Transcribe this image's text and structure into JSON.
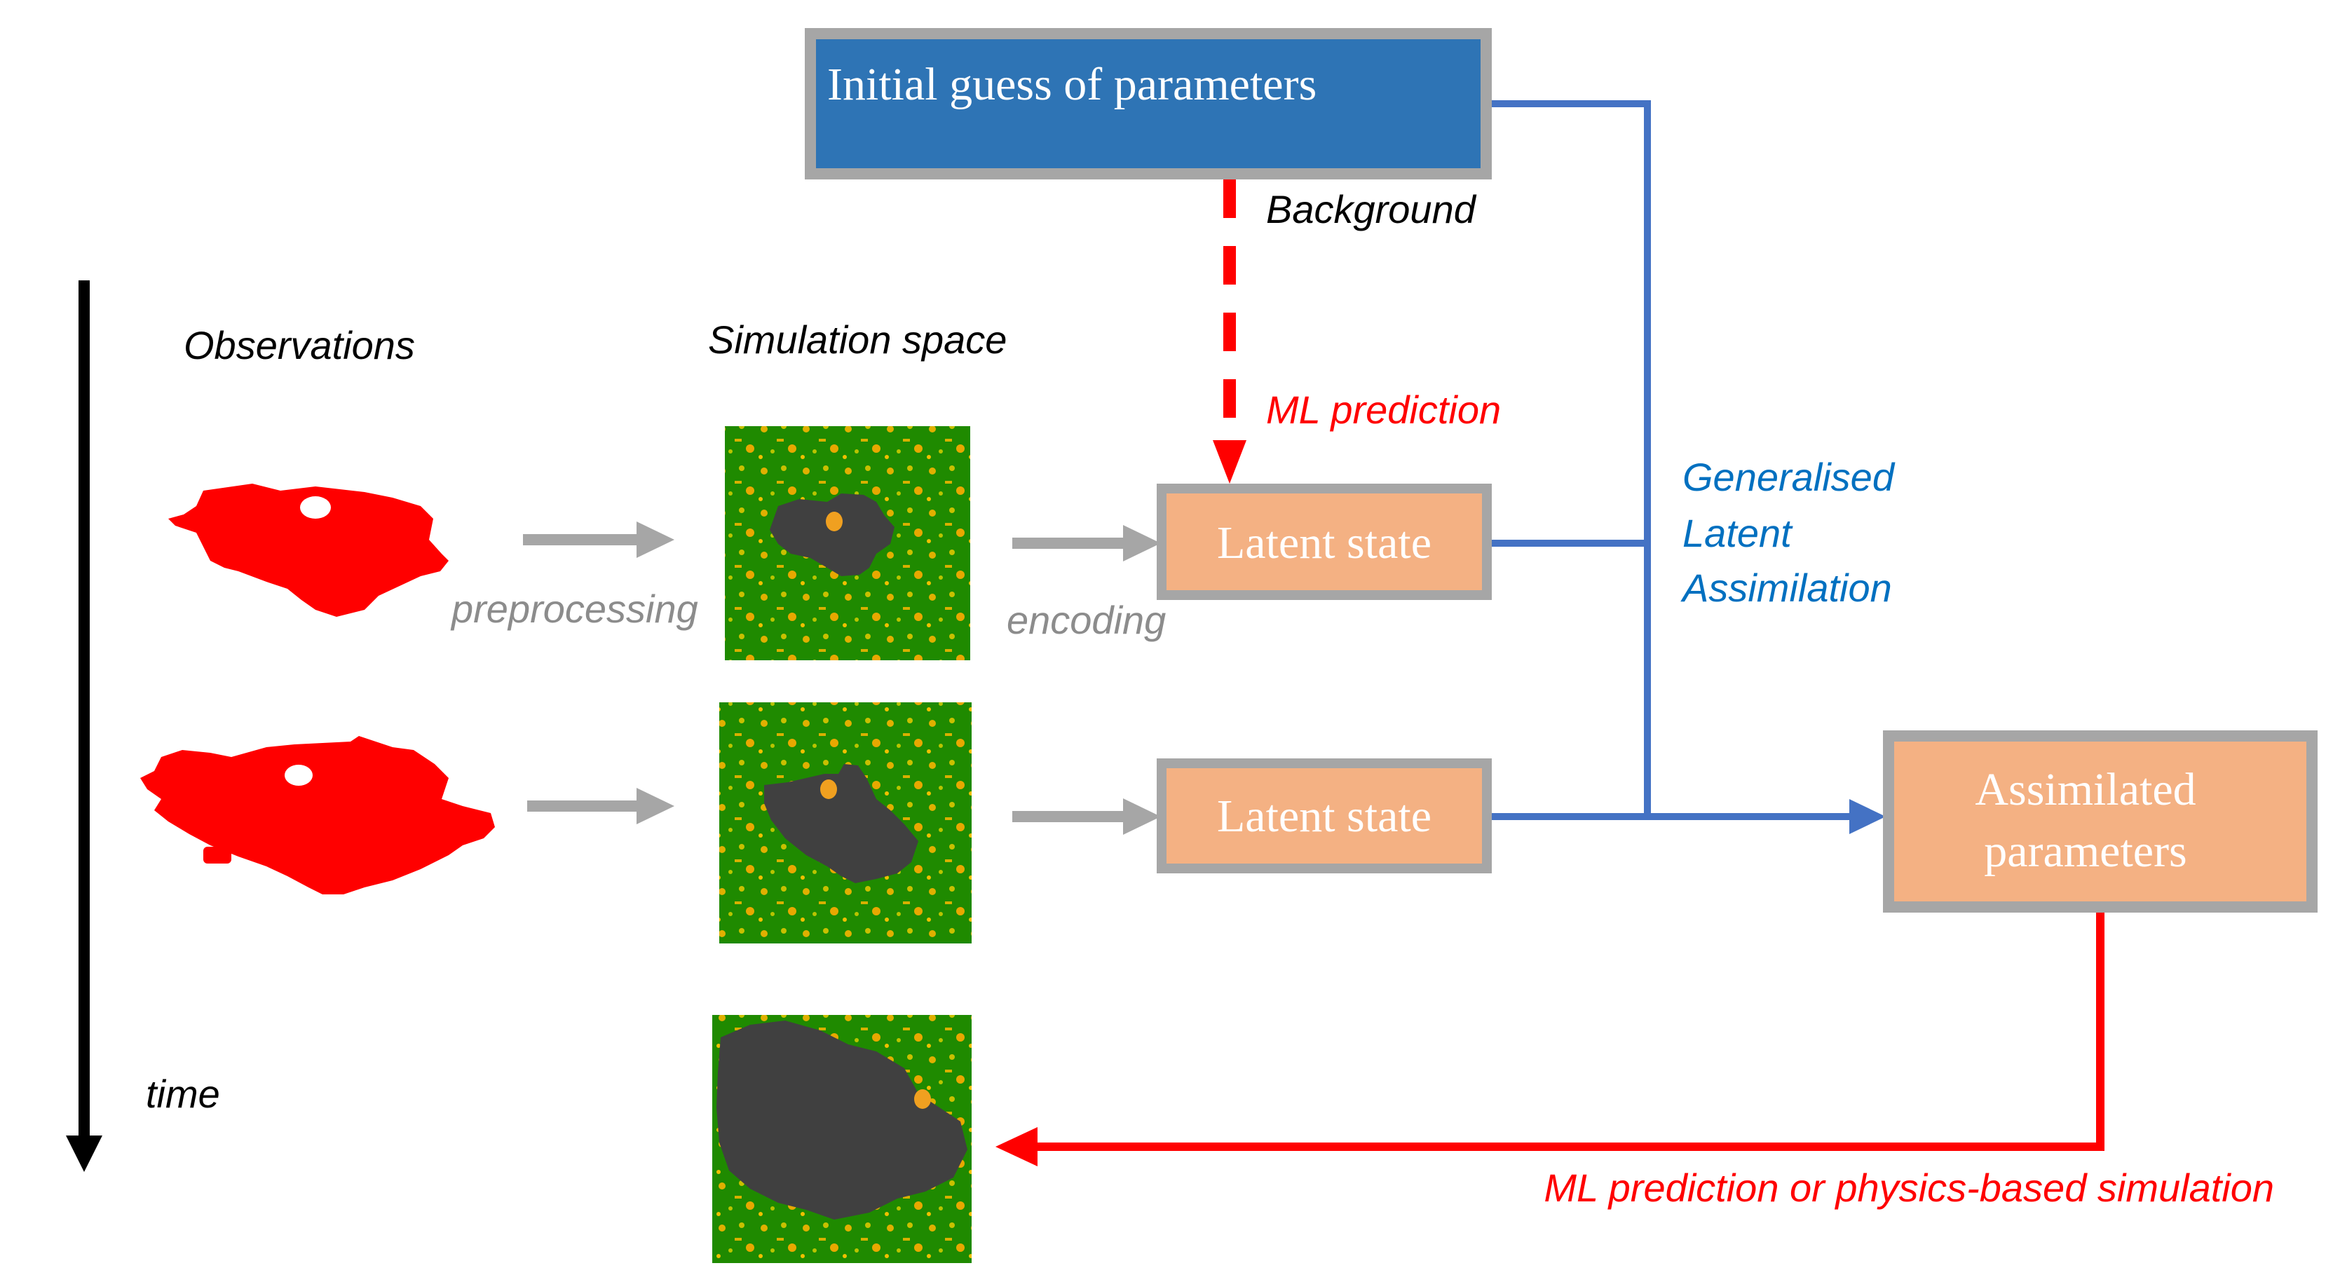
{
  "boxes": {
    "initial": "Initial guess of parameters",
    "latent_1": "Latent state",
    "latent_2": "Latent state",
    "assimilated_line1": "Assimilated",
    "assimilated_line2": "parameters"
  },
  "labels": {
    "background": "Background",
    "ml_prediction": "ML prediction",
    "observations": "Observations",
    "simulation_space": "Simulation space",
    "preprocessing": "preprocessing",
    "encoding": "encoding",
    "gla_line1": "Generalised",
    "gla_line2": "Latent",
    "gla_line3": "Assimilation",
    "time": "time",
    "bottom": "ML prediction or physics-based simulation"
  },
  "colors": {
    "initial_box": "#2e74b5",
    "latent_box": "#f4b183",
    "box_border": "#a6a6a6",
    "blue_line": "#4472c4",
    "red": "#ff0000",
    "gray_arrow": "#a6a6a6",
    "blue_text": "#0070c0",
    "gray_text": "#8c8c8c",
    "forest": "#1f8a00",
    "burned": "#404040",
    "fire_obs": "#ff0000"
  }
}
